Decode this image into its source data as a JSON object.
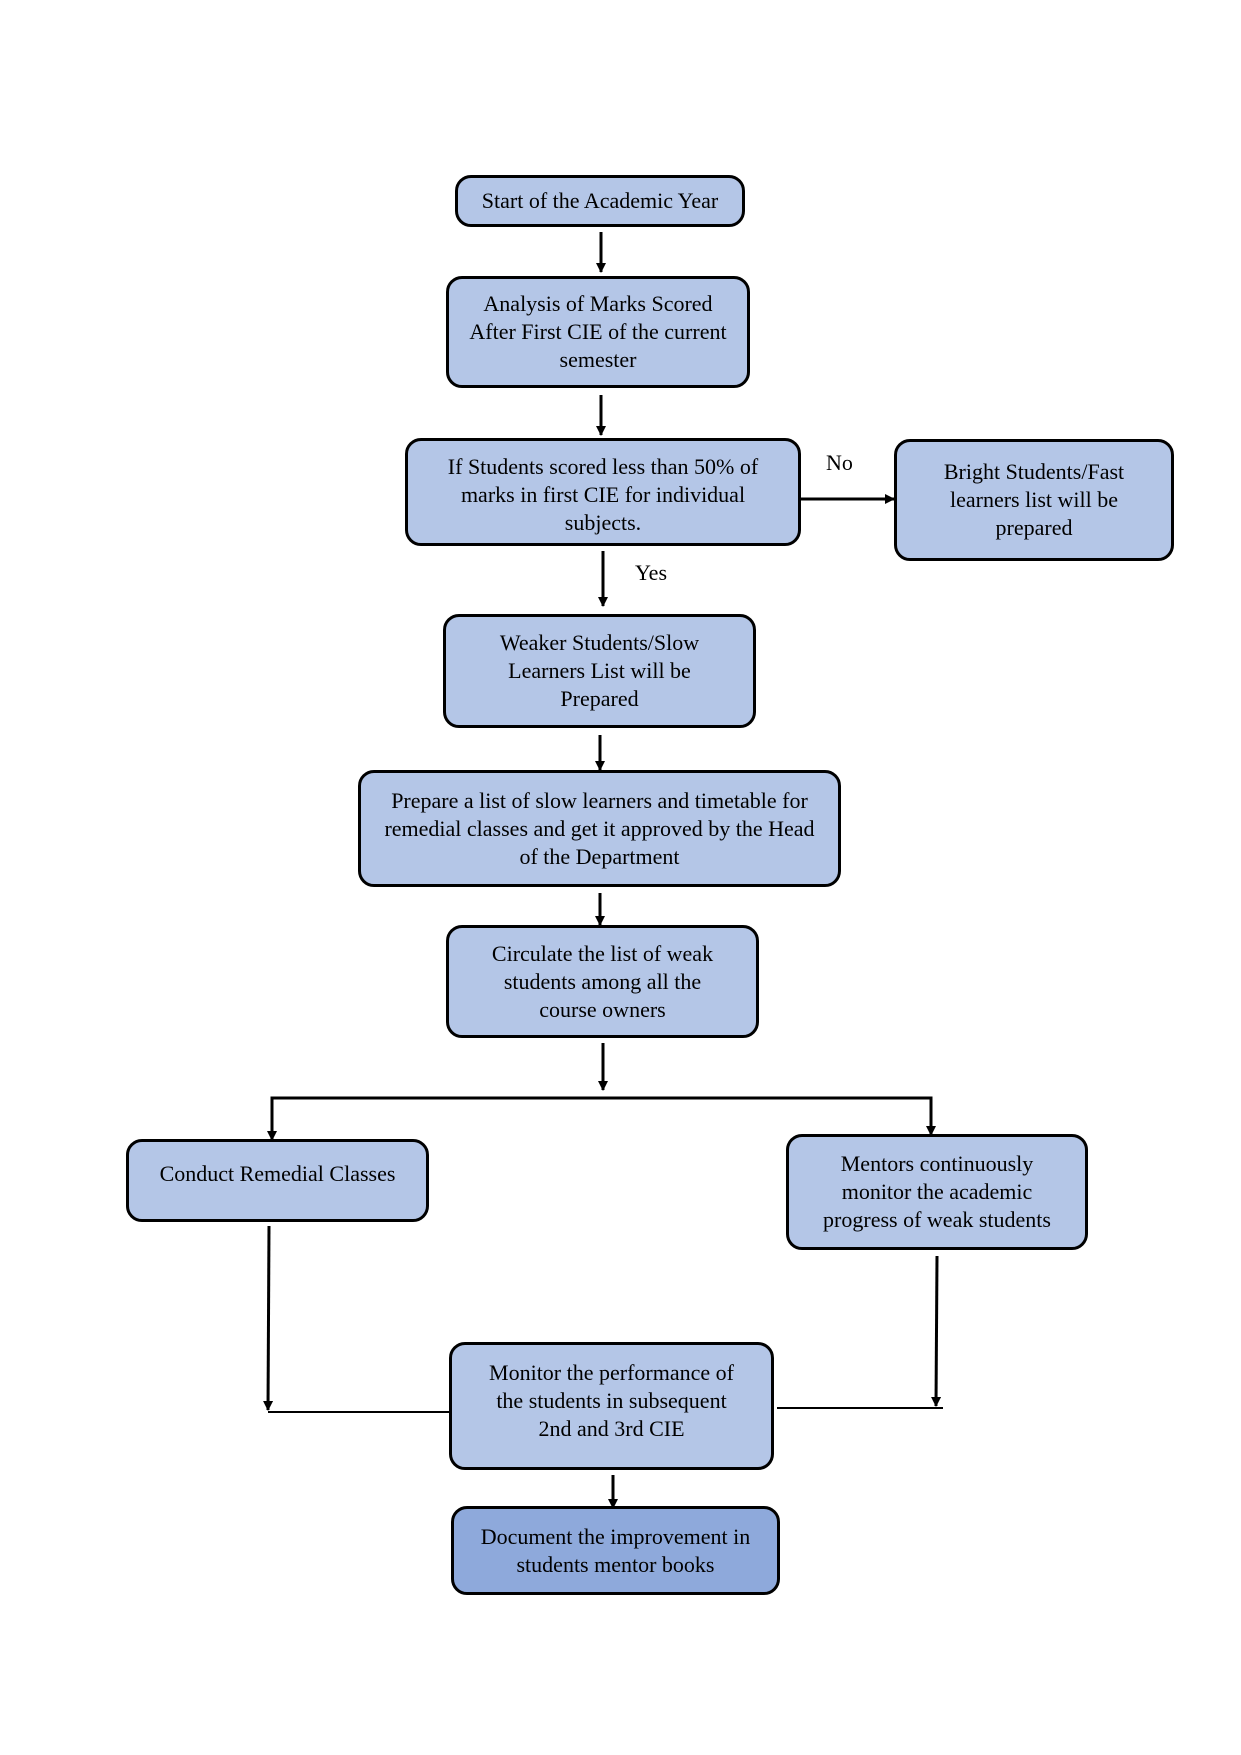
{
  "nodes": {
    "start": "Start of the Academic Year",
    "analysis": "Analysis of Marks Scored After First CIE of the current semester",
    "decision": "If Students scored less than 50% of marks in first CIE for individual subjects.",
    "bright": "Bright Students/Fast learners list will be prepared",
    "weaker": "Weaker Students/Slow Learners List will be Prepared",
    "prepare": "Prepare a list of slow learners and timetable for remedial classes and get it approved by the Head of the Department",
    "circulate": "Circulate the list of weak students among all the course owners",
    "remedial": "Conduct Remedial Classes",
    "mentors": "Mentors continuously monitor the academic progress of weak students",
    "monitor": "Monitor the performance of the students in subsequent 2nd and 3rd CIE",
    "document": "Document the improvement in students mentor books"
  },
  "labels": {
    "no": "No",
    "yes": "Yes"
  },
  "colors": {
    "node_fill": "#b4c6e7",
    "final_node_fill": "#8ea9db",
    "stroke": "#000000"
  }
}
